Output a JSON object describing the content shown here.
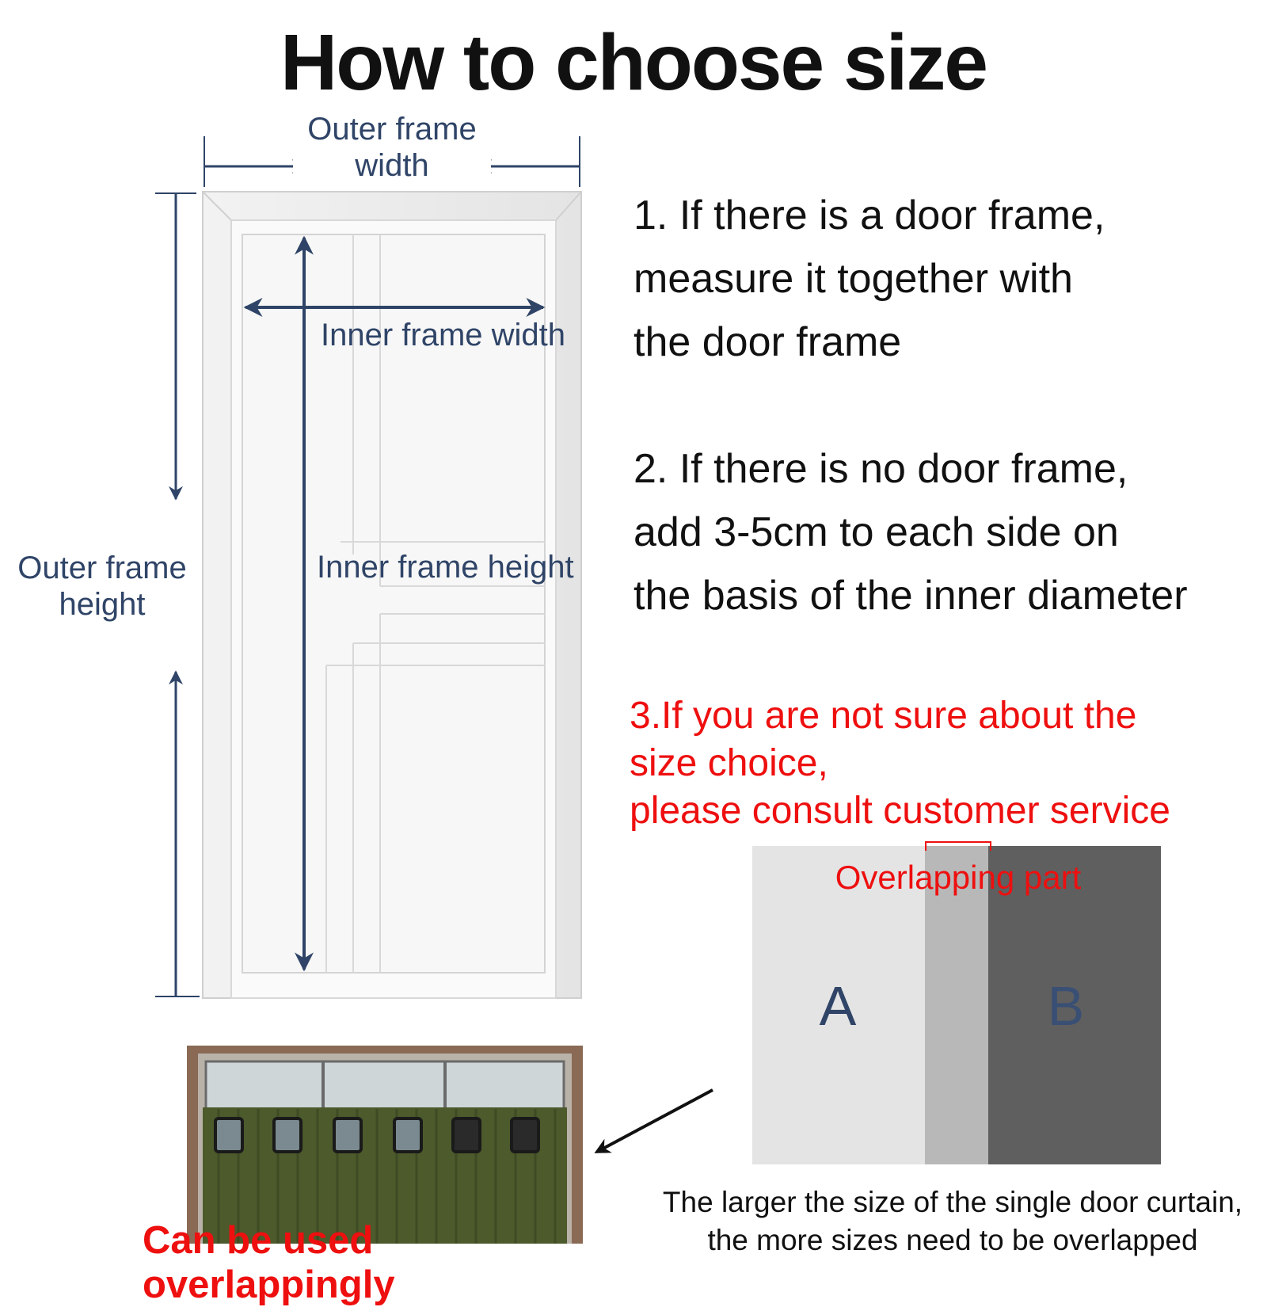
{
  "title": "How to choose size",
  "labels": {
    "outer_width": [
      "Outer frame",
      "width"
    ],
    "outer_height": [
      "Outer frame",
      "height"
    ],
    "inner_width": "Inner frame width",
    "inner_height": "Inner frame height"
  },
  "steps": {
    "step1": [
      "1. If there is a door frame,",
      "measure it together with",
      "the door frame"
    ],
    "step2": [
      "2. If there is no door frame,",
      "add 3-5cm to each side on",
      "the basis of the inner diameter"
    ],
    "step3": [
      "3.If you are not sure about the",
      "size choice,",
      "please consult customer service"
    ]
  },
  "overlap_diagram": {
    "label": "Overlapping part",
    "panel_a": "A",
    "panel_b": "B",
    "colors": {
      "panel_a": "#e4e4e4",
      "overlap": "#b8b8b8",
      "panel_b": "#5f5f5f"
    }
  },
  "photo_caption": "Can be used overlappingly",
  "bottom_caption": [
    "The larger the size of the single door curtain,",
    "the more sizes need to be overlapped"
  ],
  "colors": {
    "navy": "#2f4467",
    "red": "#ee0f0f",
    "text": "#111111"
  }
}
